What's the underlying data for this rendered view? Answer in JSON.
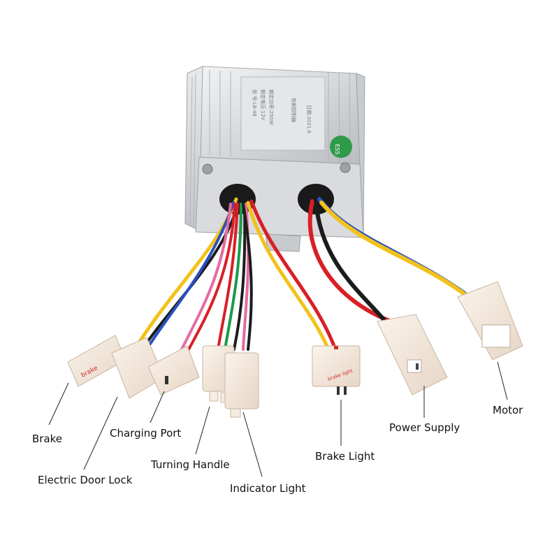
{
  "labels": {
    "brake": "Brake",
    "electric_door_lock": "Electric Door Lock",
    "charging_port": "Charging Port",
    "turning_handle": "Turning Handle",
    "indicator_light": "Indicator Light",
    "brake_light": "Brake Light",
    "power_supply": "Power Supply",
    "motor": "Motor"
  },
  "connector_prints": {
    "brake_connector": "brake",
    "brake_light_connector": "brake light"
  },
  "box_label_lines": [
    "型 号:LB-48",
    "额定电压:12V",
    "额定功率:250W",
    "有刷控制器",
    "日期:2021.6"
  ],
  "sticker_text": "ESS"
}
